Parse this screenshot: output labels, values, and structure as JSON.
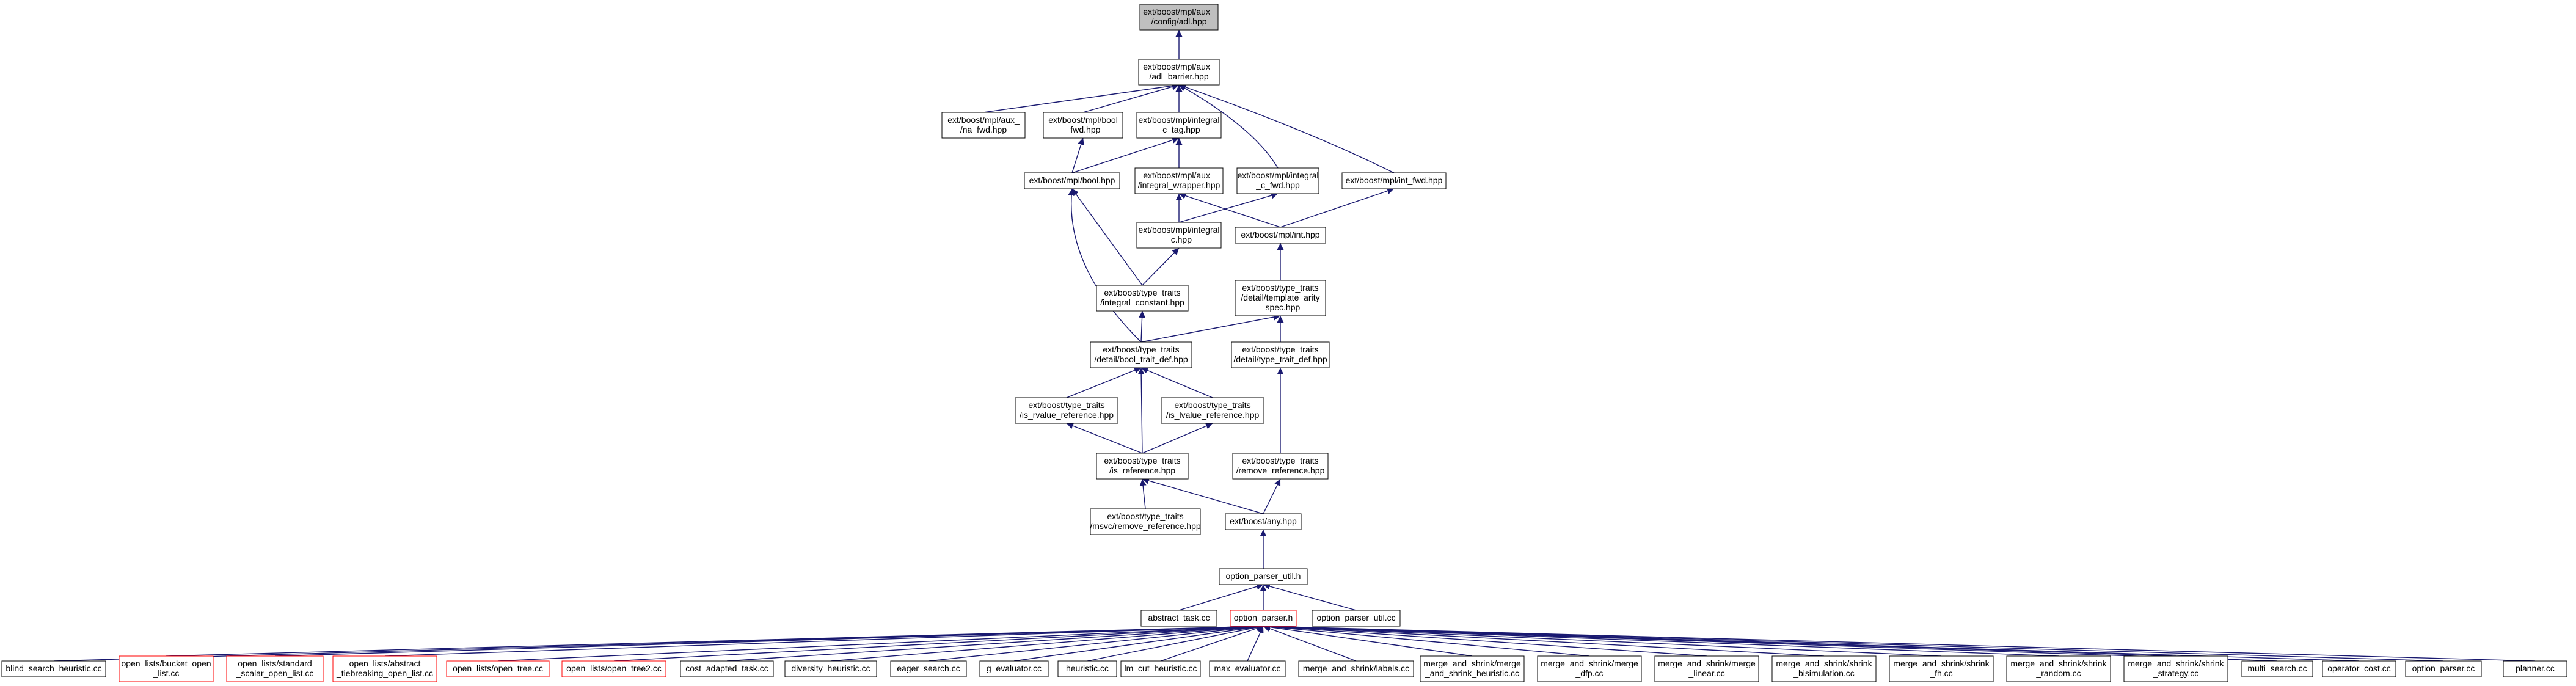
{
  "graph": {
    "colors": {
      "edge": "#191970",
      "node_border": "#000000",
      "node_fill": "#ffffff",
      "focus_fill": "#bfbfbf",
      "incomplete_border": "#ff0000"
    },
    "nodes": [
      {
        "id": "config_adl",
        "lines": [
          "ext/boost/mpl/aux_",
          "/config/adl.hpp"
        ],
        "style": "focus"
      },
      {
        "id": "adl_barrier",
        "lines": [
          "ext/boost/mpl/aux_",
          "/adl_barrier.hpp"
        ]
      },
      {
        "id": "na_fwd",
        "lines": [
          "ext/boost/mpl/aux_",
          "/na_fwd.hpp"
        ]
      },
      {
        "id": "bool_fwd",
        "lines": [
          "ext/boost/mpl/bool",
          "_fwd.hpp"
        ]
      },
      {
        "id": "integral_c_tag",
        "lines": [
          "ext/boost/mpl/integral",
          "_c_tag.hpp"
        ]
      },
      {
        "id": "bool_hpp",
        "lines": [
          "ext/boost/mpl/bool.hpp"
        ]
      },
      {
        "id": "integral_wrapper",
        "lines": [
          "ext/boost/mpl/aux_",
          "/integral_wrapper.hpp"
        ]
      },
      {
        "id": "integral_c_fwd",
        "lines": [
          "ext/boost/mpl/integral",
          "_c_fwd.hpp"
        ]
      },
      {
        "id": "int_fwd",
        "lines": [
          "ext/boost/mpl/int_fwd.hpp"
        ]
      },
      {
        "id": "integral_c",
        "lines": [
          "ext/boost/mpl/integral",
          "_c.hpp"
        ]
      },
      {
        "id": "int_hpp",
        "lines": [
          "ext/boost/mpl/int.hpp"
        ]
      },
      {
        "id": "integral_constant",
        "lines": [
          "ext/boost/type_traits",
          "/integral_constant.hpp"
        ]
      },
      {
        "id": "template_arity_spec",
        "lines": [
          "ext/boost/type_traits",
          "/detail/template_arity",
          "_spec.hpp"
        ]
      },
      {
        "id": "bool_trait_def",
        "lines": [
          "ext/boost/type_traits",
          "/detail/bool_trait_def.hpp"
        ]
      },
      {
        "id": "type_trait_def",
        "lines": [
          "ext/boost/type_traits",
          "/detail/type_trait_def.hpp"
        ]
      },
      {
        "id": "is_rvalue_reference",
        "lines": [
          "ext/boost/type_traits",
          "/is_rvalue_reference.hpp"
        ]
      },
      {
        "id": "is_lvalue_reference",
        "lines": [
          "ext/boost/type_traits",
          "/is_lvalue_reference.hpp"
        ]
      },
      {
        "id": "is_reference",
        "lines": [
          "ext/boost/type_traits",
          "/is_reference.hpp"
        ]
      },
      {
        "id": "remove_reference",
        "lines": [
          "ext/boost/type_traits",
          "/remove_reference.hpp"
        ]
      },
      {
        "id": "msvc_remove_reference",
        "lines": [
          "ext/boost/type_traits",
          "/msvc/remove_reference.hpp"
        ]
      },
      {
        "id": "any_hpp",
        "lines": [
          "ext/boost/any.hpp"
        ]
      },
      {
        "id": "option_parser_util_h",
        "lines": [
          "option_parser_util.h"
        ]
      },
      {
        "id": "abstract_task_cc",
        "lines": [
          "abstract_task.cc"
        ]
      },
      {
        "id": "option_parser_h",
        "lines": [
          "option_parser.h"
        ],
        "style": "incomplete"
      },
      {
        "id": "option_parser_util_cc",
        "lines": [
          "option_parser_util.cc"
        ]
      },
      {
        "id": "blind_search_heuristic_cc",
        "lines": [
          "blind_search_heuristic.cc"
        ]
      },
      {
        "id": "bucket_open_list_cc",
        "lines": [
          "open_lists/bucket_open",
          "_list.cc"
        ],
        "style": "incomplete"
      },
      {
        "id": "standard_scalar_open_list_cc",
        "lines": [
          "open_lists/standard",
          "_scalar_open_list.cc"
        ],
        "style": "incomplete"
      },
      {
        "id": "tiebreaking_open_list_cc",
        "lines": [
          "open_lists/abstract",
          "_tiebreaking_open_list.cc"
        ],
        "style": "incomplete"
      },
      {
        "id": "open_tree_cc",
        "lines": [
          "open_lists/open_tree.cc"
        ],
        "style": "incomplete"
      },
      {
        "id": "open_tree2_cc",
        "lines": [
          "open_lists/open_tree2.cc"
        ],
        "style": "incomplete"
      },
      {
        "id": "cost_adapted_task_cc",
        "lines": [
          "cost_adapted_task.cc"
        ]
      },
      {
        "id": "diversity_heuristic_cc",
        "lines": [
          "diversity_heuristic.cc"
        ]
      },
      {
        "id": "eager_search_cc",
        "lines": [
          "eager_search.cc"
        ]
      },
      {
        "id": "g_evaluator_cc",
        "lines": [
          "g_evaluator.cc"
        ]
      },
      {
        "id": "heuristic_cc",
        "lines": [
          "heuristic.cc"
        ]
      },
      {
        "id": "lm_cut_heuristic_cc",
        "lines": [
          "lm_cut_heuristic.cc"
        ]
      },
      {
        "id": "max_evaluator_cc",
        "lines": [
          "max_evaluator.cc"
        ]
      },
      {
        "id": "labels_cc",
        "lines": [
          "merge_and_shrink/labels.cc"
        ]
      },
      {
        "id": "mas_heuristic_cc",
        "lines": [
          "merge_and_shrink/merge",
          "_and_shrink_heuristic.cc"
        ]
      },
      {
        "id": "merge_dfp_cc",
        "lines": [
          "merge_and_shrink/merge",
          "_dfp.cc"
        ]
      },
      {
        "id": "merge_linear_cc",
        "lines": [
          "merge_and_shrink/merge",
          "_linear.cc"
        ]
      },
      {
        "id": "shrink_bisimulation_cc",
        "lines": [
          "merge_and_shrink/shrink",
          "_bisimulation.cc"
        ]
      },
      {
        "id": "shrink_fh_cc",
        "lines": [
          "merge_and_shrink/shrink",
          "_fh.cc"
        ]
      },
      {
        "id": "shrink_random_cc",
        "lines": [
          "merge_and_shrink/shrink",
          "_random.cc"
        ]
      },
      {
        "id": "shrink_strategy_cc",
        "lines": [
          "merge_and_shrink/shrink",
          "_strategy.cc"
        ]
      },
      {
        "id": "multi_search_cc",
        "lines": [
          "multi_search.cc"
        ]
      },
      {
        "id": "operator_cost_cc",
        "lines": [
          "operator_cost.cc"
        ]
      },
      {
        "id": "option_parser_cc",
        "lines": [
          "option_parser.cc"
        ]
      },
      {
        "id": "planner_cc",
        "lines": [
          "planner.cc"
        ]
      }
    ],
    "edges": [
      {
        "from": "adl_barrier",
        "to": "config_adl"
      },
      {
        "from": "na_fwd",
        "to": "adl_barrier"
      },
      {
        "from": "bool_fwd",
        "to": "adl_barrier"
      },
      {
        "from": "integral_c_tag",
        "to": "adl_barrier"
      },
      {
        "from": "integral_c_fwd",
        "to": "adl_barrier"
      },
      {
        "from": "int_fwd",
        "to": "adl_barrier"
      },
      {
        "from": "bool_hpp",
        "to": "bool_fwd"
      },
      {
        "from": "bool_hpp",
        "to": "integral_c_tag"
      },
      {
        "from": "integral_wrapper",
        "to": "integral_c_tag"
      },
      {
        "from": "integral_c",
        "to": "integral_wrapper"
      },
      {
        "from": "integral_c",
        "to": "integral_c_fwd"
      },
      {
        "from": "int_hpp",
        "to": "integral_wrapper"
      },
      {
        "from": "int_hpp",
        "to": "int_fwd"
      },
      {
        "from": "integral_constant",
        "to": "bool_hpp"
      },
      {
        "from": "integral_constant",
        "to": "integral_c"
      },
      {
        "from": "template_arity_spec",
        "to": "int_hpp"
      },
      {
        "from": "bool_trait_def",
        "to": "bool_hpp"
      },
      {
        "from": "bool_trait_def",
        "to": "integral_constant"
      },
      {
        "from": "bool_trait_def",
        "to": "template_arity_spec"
      },
      {
        "from": "type_trait_def",
        "to": "template_arity_spec"
      },
      {
        "from": "is_rvalue_reference",
        "to": "bool_trait_def"
      },
      {
        "from": "is_lvalue_reference",
        "to": "bool_trait_def"
      },
      {
        "from": "is_reference",
        "to": "bool_trait_def"
      },
      {
        "from": "is_reference",
        "to": "is_rvalue_reference"
      },
      {
        "from": "is_reference",
        "to": "is_lvalue_reference"
      },
      {
        "from": "remove_reference",
        "to": "type_trait_def"
      },
      {
        "from": "msvc_remove_reference",
        "to": "is_reference"
      },
      {
        "from": "any_hpp",
        "to": "is_reference"
      },
      {
        "from": "any_hpp",
        "to": "remove_reference"
      },
      {
        "from": "option_parser_util_h",
        "to": "any_hpp"
      },
      {
        "from": "abstract_task_cc",
        "to": "option_parser_util_h"
      },
      {
        "from": "option_parser_h",
        "to": "option_parser_util_h"
      },
      {
        "from": "option_parser_util_cc",
        "to": "option_parser_util_h"
      },
      {
        "from": "blind_search_heuristic_cc",
        "to": "option_parser_h"
      },
      {
        "from": "bucket_open_list_cc",
        "to": "option_parser_h"
      },
      {
        "from": "standard_scalar_open_list_cc",
        "to": "option_parser_h"
      },
      {
        "from": "tiebreaking_open_list_cc",
        "to": "option_parser_h"
      },
      {
        "from": "open_tree_cc",
        "to": "option_parser_h"
      },
      {
        "from": "open_tree2_cc",
        "to": "option_parser_h"
      },
      {
        "from": "cost_adapted_task_cc",
        "to": "option_parser_h"
      },
      {
        "from": "diversity_heuristic_cc",
        "to": "option_parser_h"
      },
      {
        "from": "eager_search_cc",
        "to": "option_parser_h"
      },
      {
        "from": "g_evaluator_cc",
        "to": "option_parser_h"
      },
      {
        "from": "heuristic_cc",
        "to": "option_parser_h"
      },
      {
        "from": "lm_cut_heuristic_cc",
        "to": "option_parser_h"
      },
      {
        "from": "max_evaluator_cc",
        "to": "option_parser_h"
      },
      {
        "from": "labels_cc",
        "to": "option_parser_h"
      },
      {
        "from": "mas_heuristic_cc",
        "to": "option_parser_h"
      },
      {
        "from": "merge_dfp_cc",
        "to": "option_parser_h"
      },
      {
        "from": "merge_linear_cc",
        "to": "option_parser_h"
      },
      {
        "from": "shrink_bisimulation_cc",
        "to": "option_parser_h"
      },
      {
        "from": "shrink_fh_cc",
        "to": "option_parser_h"
      },
      {
        "from": "shrink_random_cc",
        "to": "option_parser_h"
      },
      {
        "from": "shrink_strategy_cc",
        "to": "option_parser_h"
      },
      {
        "from": "multi_search_cc",
        "to": "option_parser_h"
      },
      {
        "from": "operator_cost_cc",
        "to": "option_parser_h"
      },
      {
        "from": "option_parser_cc",
        "to": "option_parser_h"
      },
      {
        "from": "planner_cc",
        "to": "option_parser_h"
      }
    ]
  }
}
